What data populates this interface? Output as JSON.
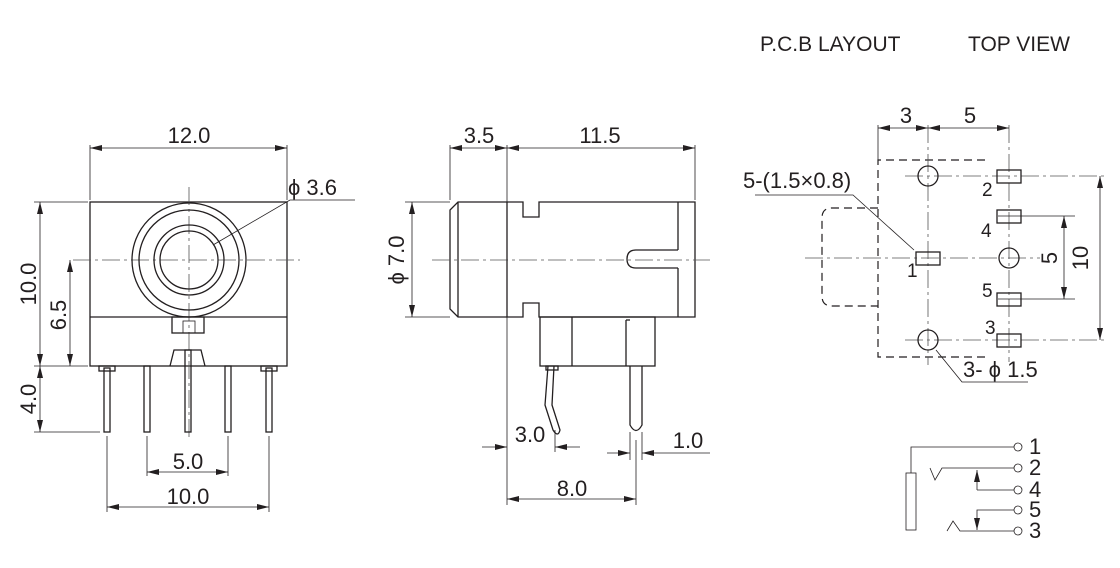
{
  "header": {
    "pcb_layout": "P.C.B LAYOUT",
    "top_view": "TOP VIEW"
  },
  "front_view": {
    "width": "12.0",
    "hole_diameter": "ϕ 3.6",
    "height": "10.0",
    "center_height": "6.5",
    "pin_length": "4.0",
    "inner_pin_pitch": "5.0",
    "outer_pin_pitch": "10.0"
  },
  "side_view": {
    "front_length": "3.5",
    "body_length": "11.5",
    "diameter": "ϕ 7.0",
    "bent_pin_offset": "3.0",
    "pin_width": "1.0",
    "pin_distance": "8.0"
  },
  "pcb_layout": {
    "dim_left": "3",
    "dim_right": "5",
    "pad_note": "5-(1.5×0.8)",
    "hole_note": "3- ϕ 1.5",
    "dim_inner": "5",
    "dim_outer": "10",
    "pins": {
      "p1": "1",
      "p2": "2",
      "p3": "3",
      "p4": "4",
      "p5": "5"
    }
  },
  "schematic": {
    "labels": [
      "1",
      "2",
      "4",
      "5",
      "3"
    ]
  }
}
